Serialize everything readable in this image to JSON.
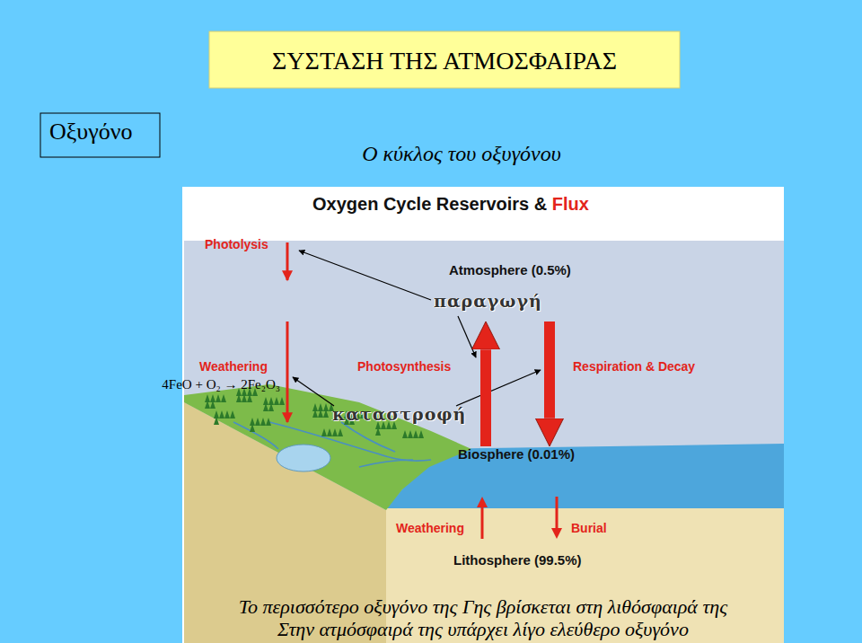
{
  "diagram": {
    "title": "ΣΥΣΤΑΣΗ ΤΗΣ ΑΤΜΟΣΦΑΙΡΑΣ",
    "caption": "Το περισσότερο οξυγόνο της Γης βρίσκεται στη λιθόσφαιρά της",
    "nodes": [
      {
        "text": [
          "Οξυγόνο"
        ]
      },
      {
        "text": [
          "Oxygen Cycle Reservoirs & Flux"
        ]
      },
      {
        "text": [
          "Atmosphere (0.5%)"
        ],
        "in": 1
      },
      {
        "text": [
          "Biosphere (0.01%)"
        ],
        "in": 1
      },
      {
        "text": [
          "Lithosphere (99.5%)"
        ],
        "in": 1
      }
    ],
    "edges": [
      {
        "from": 3,
        "to": 2,
        "arrow": "to",
        "label": "Photosynthesis"
      },
      {
        "from": 2,
        "to": 3,
        "arrow": "to",
        "label": "Respiration & Decay"
      },
      {
        "from": 4,
        "to": 3,
        "arrow": "to",
        "label": "Weathering"
      },
      {
        "from": 3,
        "to": 4,
        "arrow": "to",
        "label": "Burial"
      }
    ],
    "labels": [
      "Ο κύκλος του οξυγόνου",
      "Photolysis",
      "παραγωγή",
      "Weathering",
      "καταστροφή",
      "4FeO + O₂ → 2Fe₂O₃",
      "Στην ατμόσφαιρά της υπάρχει λίγο ελεύθερο οξυγόνο"
    ]
  }
}
